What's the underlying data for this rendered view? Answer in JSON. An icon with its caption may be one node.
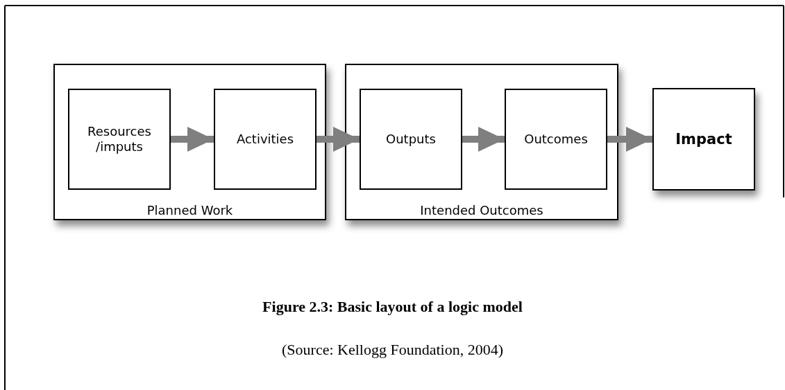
{
  "diagram": {
    "caption": "Figure 2.3: Basic layout of a logic model",
    "nodes": [
      {
        "text": [
          "Planned Work"
        ]
      },
      {
        "text": [
          "Resources /imputs"
        ],
        "in": 0
      },
      {
        "text": [
          "Activities"
        ],
        "in": 0
      },
      {
        "text": [
          "Intended Outcomes"
        ]
      },
      {
        "text": [
          "Outputs"
        ],
        "in": 3
      },
      {
        "text": [
          "Outcomes"
        ],
        "in": 3
      },
      {
        "text": [
          "Impact"
        ]
      }
    ],
    "edges": [
      {
        "from": 1,
        "to": 2,
        "arrow": "to"
      },
      {
        "from": 2,
        "to": 4,
        "arrow": "to"
      },
      {
        "from": 4,
        "to": 5,
        "arrow": "to"
      },
      {
        "from": 5,
        "to": 6,
        "arrow": "to"
      }
    ],
    "labels": [
      "(Source: Kellogg Foundation, 2004)"
    ]
  }
}
